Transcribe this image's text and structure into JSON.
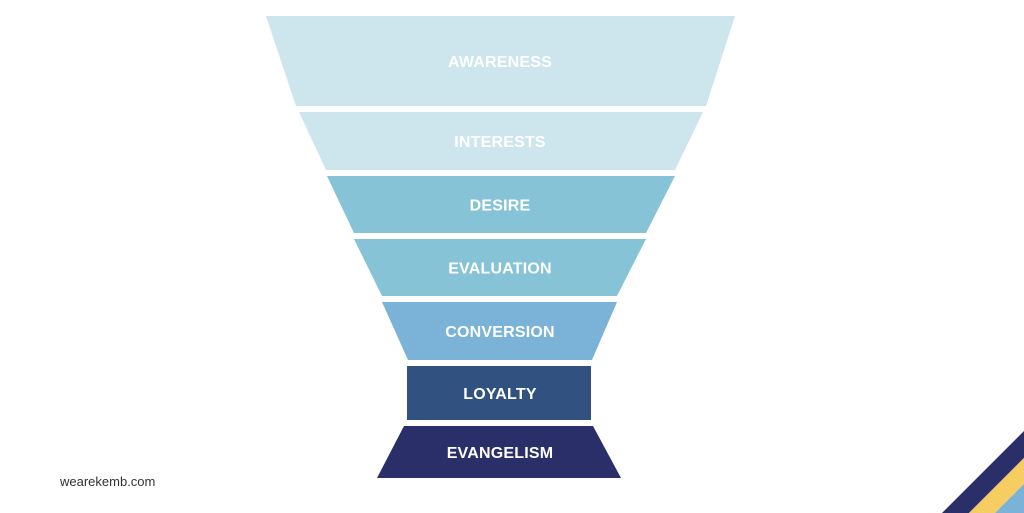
{
  "funnel": {
    "stages": [
      {
        "label": "AWARENESS",
        "color": "#cde5ed"
      },
      {
        "label": "INTERESTS",
        "color": "#cde5ed"
      },
      {
        "label": "DESIRE",
        "color": "#86c3d6"
      },
      {
        "label": "EVALUATION",
        "color": "#86c3d6"
      },
      {
        "label": "CONVERSION",
        "color": "#7ab2d8"
      },
      {
        "label": "LOYALTY",
        "color": "#315181"
      },
      {
        "label": "EVANGELISM",
        "color": "#2a2e69"
      }
    ]
  },
  "footer": {
    "site": "wearekemb.com"
  },
  "decoration": {
    "stripe_colors": [
      "#2a2e69",
      "#f5cd62",
      "#7ab2d8"
    ]
  }
}
